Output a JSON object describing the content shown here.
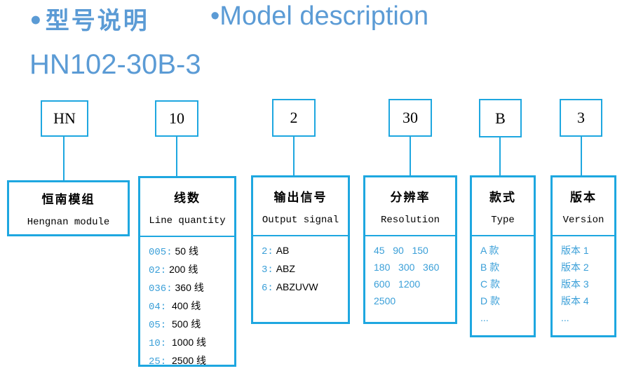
{
  "header": {
    "title_cn": "•型号说明",
    "title_en": "•Model description",
    "model_number": "HN102-30B-3"
  },
  "codes": [
    {
      "code": "HN"
    },
    {
      "code": "10"
    },
    {
      "code": "2"
    },
    {
      "code": "30"
    },
    {
      "code": "B"
    },
    {
      "code": "3"
    }
  ],
  "cards": [
    {
      "title_cn": "恒南模组",
      "title_en": "Hengnan module",
      "rows": []
    },
    {
      "title_cn": "线数",
      "title_en": "Line quantity",
      "rows": [
        {
          "code": "005:",
          "value": "50 线"
        },
        {
          "code": "02:",
          "value": "200 线"
        },
        {
          "code": "036:",
          "value": "360 线"
        },
        {
          "code": "04:",
          "value": "400 线"
        },
        {
          "code": "05:",
          "value": "500 线"
        },
        {
          "code": "10:",
          "value": "1000 线"
        },
        {
          "code": "25:",
          "value": "2500 线"
        }
      ]
    },
    {
      "title_cn": "输出信号",
      "title_en": "Output signal",
      "rows": [
        {
          "code": "2:",
          "value": "AB"
        },
        {
          "code": "3:",
          "value": "ABZ"
        },
        {
          "code": "6:",
          "value": "ABZUVW"
        }
      ]
    },
    {
      "title_cn": "分辨率",
      "title_en": "Resolution",
      "rows": [
        {
          "text": "45   90   150"
        },
        {
          "text": "180   300   360"
        },
        {
          "text": "600   1200"
        },
        {
          "text": "2500"
        }
      ]
    },
    {
      "title_cn": "款式",
      "title_en": "Type",
      "rows": [
        {
          "text": "A 款"
        },
        {
          "text": "B 款"
        },
        {
          "text": "C 款"
        },
        {
          "text": "D 款"
        },
        {
          "text": "..."
        }
      ]
    },
    {
      "title_cn": "版本",
      "title_en": "Version",
      "rows": [
        {
          "text": "版本 1"
        },
        {
          "text": "版本 2"
        },
        {
          "text": "版本 3"
        },
        {
          "text": "版本 4"
        },
        {
          "text": "..."
        }
      ]
    }
  ],
  "colors": {
    "accent": "#1ea7e0",
    "heading": "#5b9bd5",
    "code_text": "#3a9fd8"
  }
}
